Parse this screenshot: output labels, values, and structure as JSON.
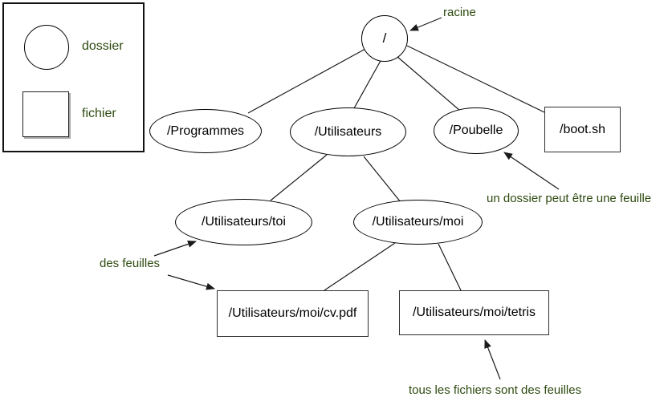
{
  "legend": {
    "dossier_label": "dossier",
    "fichier_label": "fichier"
  },
  "nodes": {
    "root": {
      "label": "/",
      "type": "dossier"
    },
    "programmes": {
      "label": "/Programmes",
      "type": "dossier"
    },
    "utilisateurs": {
      "label": "/Utilisateurs",
      "type": "dossier"
    },
    "poubelle": {
      "label": "/Poubelle",
      "type": "dossier"
    },
    "boot": {
      "label": "/boot.sh",
      "type": "fichier"
    },
    "toi": {
      "label": "/Utilisateurs/toi",
      "type": "dossier"
    },
    "moi": {
      "label": "/Utilisateurs/moi",
      "type": "dossier"
    },
    "cv": {
      "label": "/Utilisateurs/moi/cv.pdf",
      "type": "fichier"
    },
    "tetris": {
      "label": "/Utilisateurs/moi/tetris",
      "type": "fichier"
    }
  },
  "annotations": {
    "racine": {
      "text": "racine"
    },
    "dossier_feuille": {
      "text": "un dossier peut être une feuille"
    },
    "des_feuilles": {
      "text": "des feuilles"
    },
    "fichiers_feuilles": {
      "text": "tous les fichiers sont des feuilles"
    }
  },
  "colors": {
    "annotation_text": "#2d4a0f",
    "node_stroke": "#000000",
    "node_text": "#000000",
    "line_stroke": "#1a1a1a",
    "background": "#ffffff"
  }
}
